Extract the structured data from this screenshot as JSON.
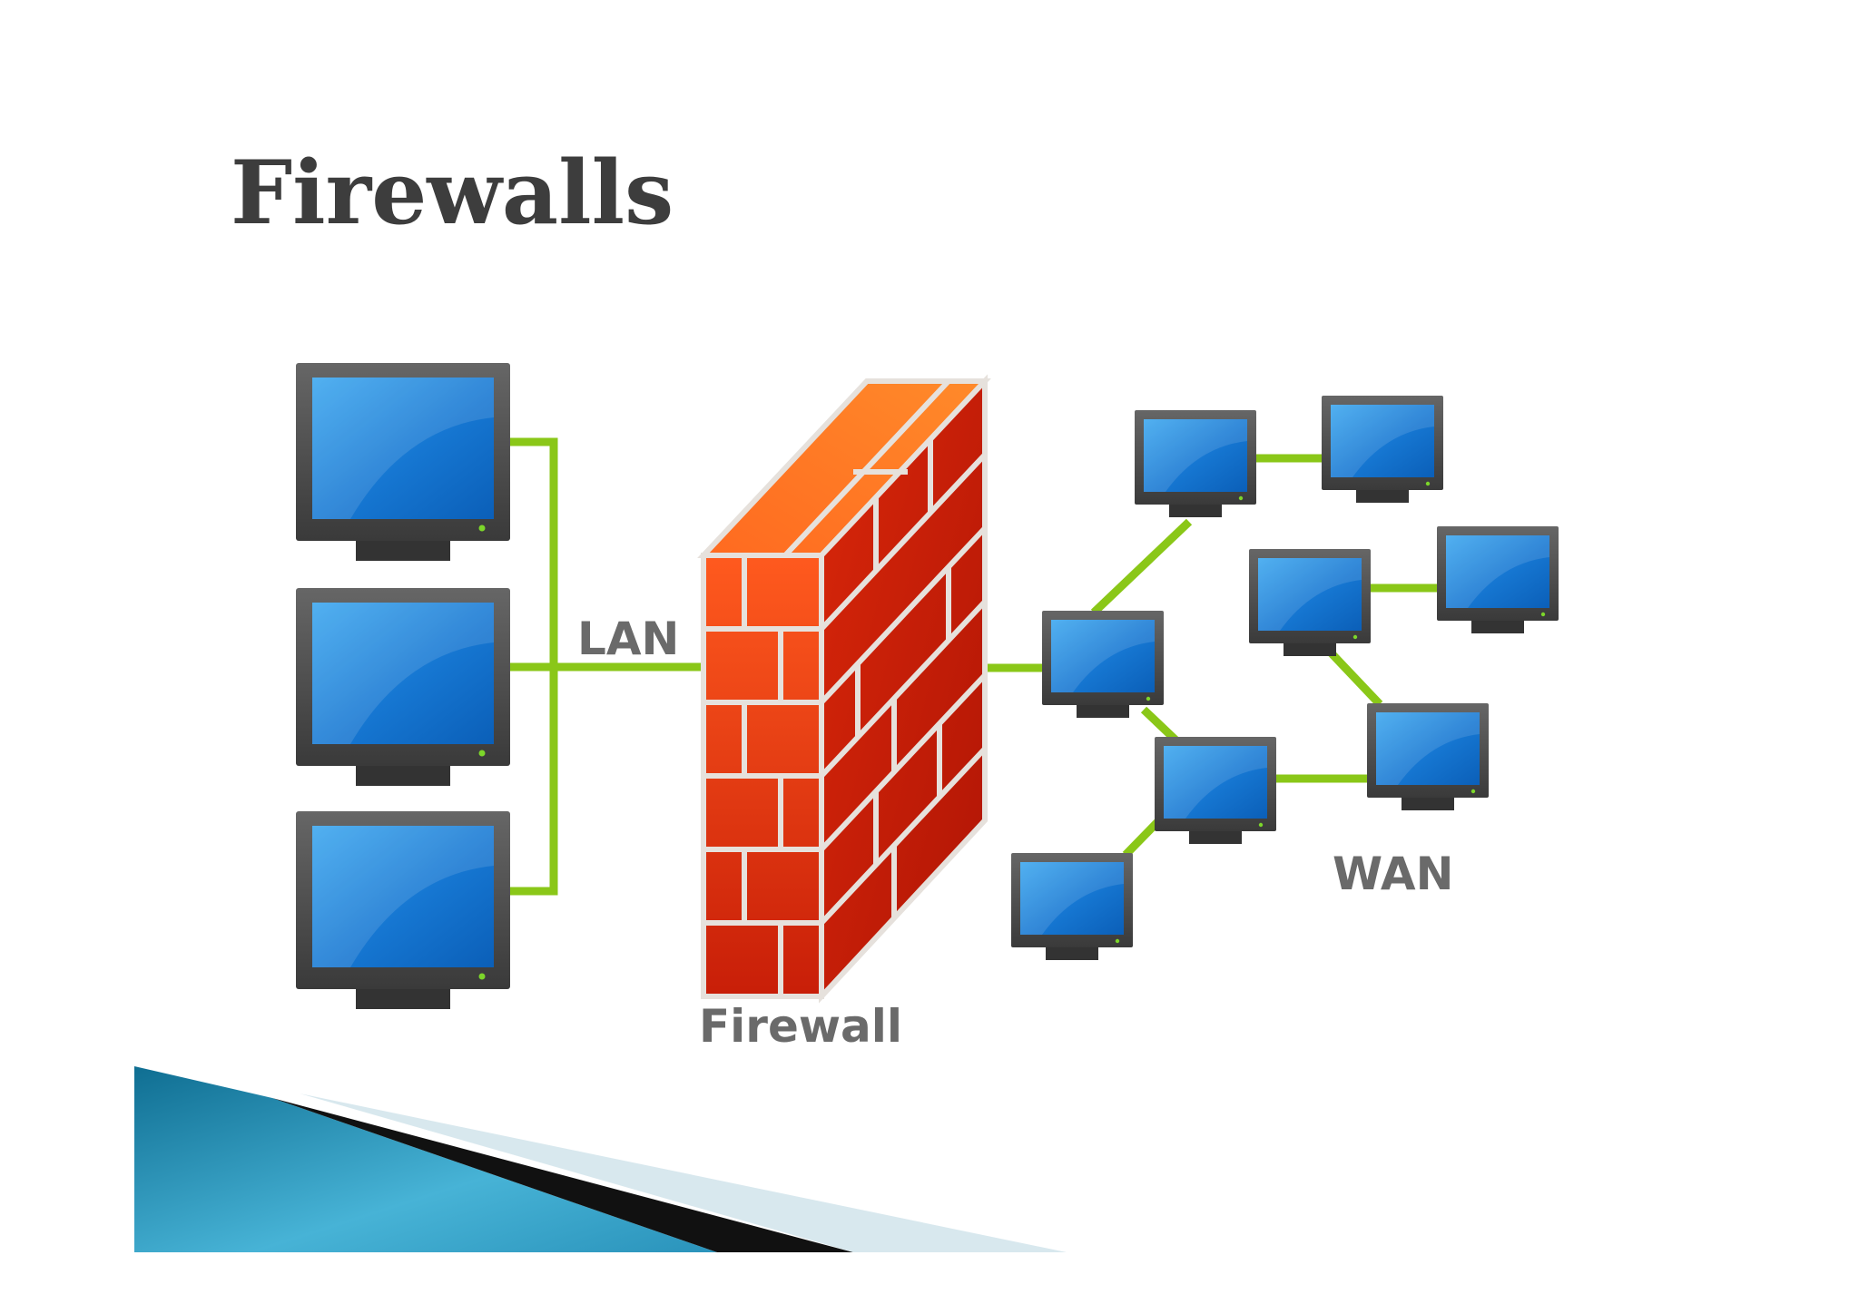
{
  "slide": {
    "title": "Firewalls"
  },
  "diagram": {
    "lan_label": "LAN",
    "firewall_label": "Firewall",
    "wan_label": "WAN",
    "lan_computers": [
      "lan-computer-1",
      "lan-computer-2",
      "lan-computer-3"
    ],
    "wan_computers": [
      "wan-computer-1",
      "wan-computer-2",
      "wan-computer-3",
      "wan-computer-4",
      "wan-computer-5",
      "wan-computer-6",
      "wan-computer-7",
      "wan-computer-8"
    ]
  },
  "colors": {
    "link": "#8ac718",
    "screen": "#1a7fd6",
    "monitor_frame": "#4a4a4a",
    "brick": "#e03a12",
    "mortar": "#e6e1dc",
    "accent_band": "#1b93b8"
  }
}
